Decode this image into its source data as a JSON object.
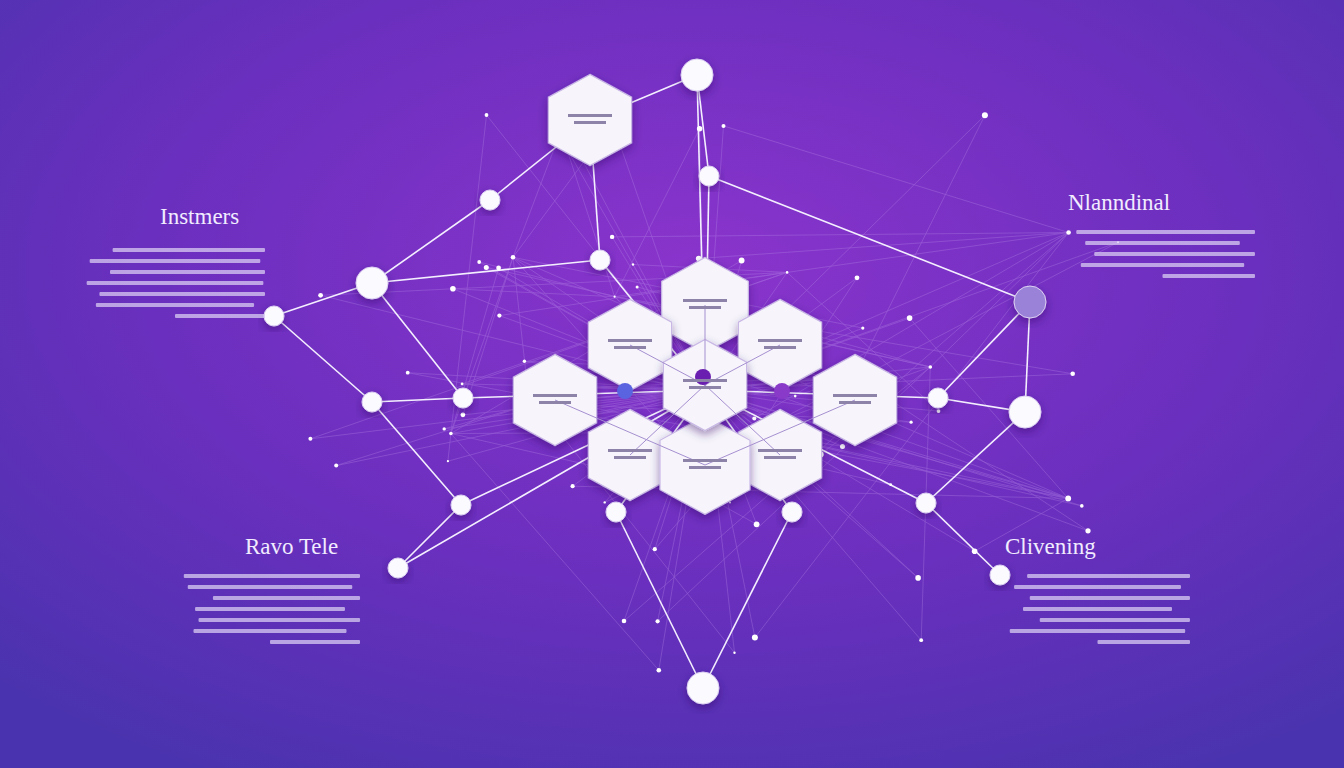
{
  "diagram": {
    "labels": [
      "Instmers",
      "Nlanndinal",
      "Ravo Tele",
      "Clivening"
    ]
  }
}
